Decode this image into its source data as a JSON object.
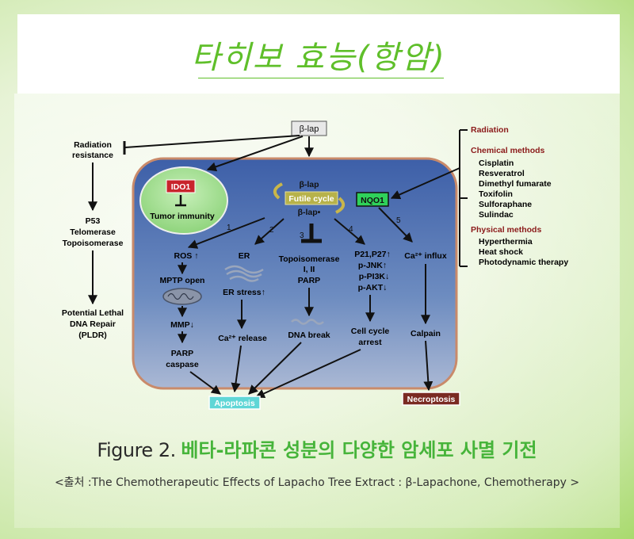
{
  "title": "타히보 효능(항암)",
  "diagram": {
    "blap_top": "β-lap",
    "radiation_resistance": [
      "Radiation",
      "resistance"
    ],
    "p53_group": [
      "P53",
      "Telomerase",
      "Topoisomerase"
    ],
    "pldr": [
      "Potential Lethal",
      "DNA Repair",
      "(PLDR)"
    ],
    "ido1": "IDO1",
    "tumor_immunity": "Tumor immunity",
    "cycle_top": "β-lap",
    "futile_cycle": "Futile cycle",
    "cycle_bottom": "β-lap•",
    "nqo1": "NQO1",
    "path_numbers": [
      "1",
      "2",
      "3",
      "4",
      "5"
    ],
    "col1": [
      "ROS ↑",
      "MPTP open",
      "MMP↓",
      "PARP",
      "caspase"
    ],
    "col2": [
      "ER",
      "ER stress↑",
      "Ca²⁺ release"
    ],
    "col3": [
      "Topoisomerase",
      "I, II",
      "PARP",
      "DNA break"
    ],
    "col4": [
      "P21,P27↑",
      "p-JNK↑",
      "p-PI3K↓",
      "p-AKT↓",
      "Cell cycle",
      "arrest"
    ],
    "col5": [
      "Ca²⁺ influx",
      "Calpain"
    ],
    "apoptosis": "Apoptosis",
    "necroptosis": "Necroptosis",
    "legend": {
      "radiation": "Radiation",
      "chemical_header": "Chemical methods",
      "chemical": [
        "Cisplatin",
        "Resveratrol",
        "Dimethyl fumarate",
        "Toxifolin",
        "Sulforaphane",
        "Sulindac"
      ],
      "physical_header": "Physical methods",
      "physical": [
        "Hyperthermia",
        "Heat shock",
        "Photodynamic therapy"
      ]
    }
  },
  "caption": {
    "figure": "Figure 2.",
    "korean": "베타-라파콘 성분의 다양한 암세포 사멸 기전"
  },
  "source": "<출처 :The Chemotherapeutic Effects of Lapacho Tree Extract    :    β-Lapachone, Chemotherapy >",
  "colors": {
    "title": "#5fbf2a",
    "cell": "#4f6fae",
    "ido1": "#c8242c",
    "nqo1": "#2fd15a",
    "futile": "#b7b24a",
    "apoptosis": "#5fd6d6",
    "necroptosis": "#7a2a22",
    "legend_header": "#8b1a1a",
    "caption_kr": "#46b43a"
  }
}
